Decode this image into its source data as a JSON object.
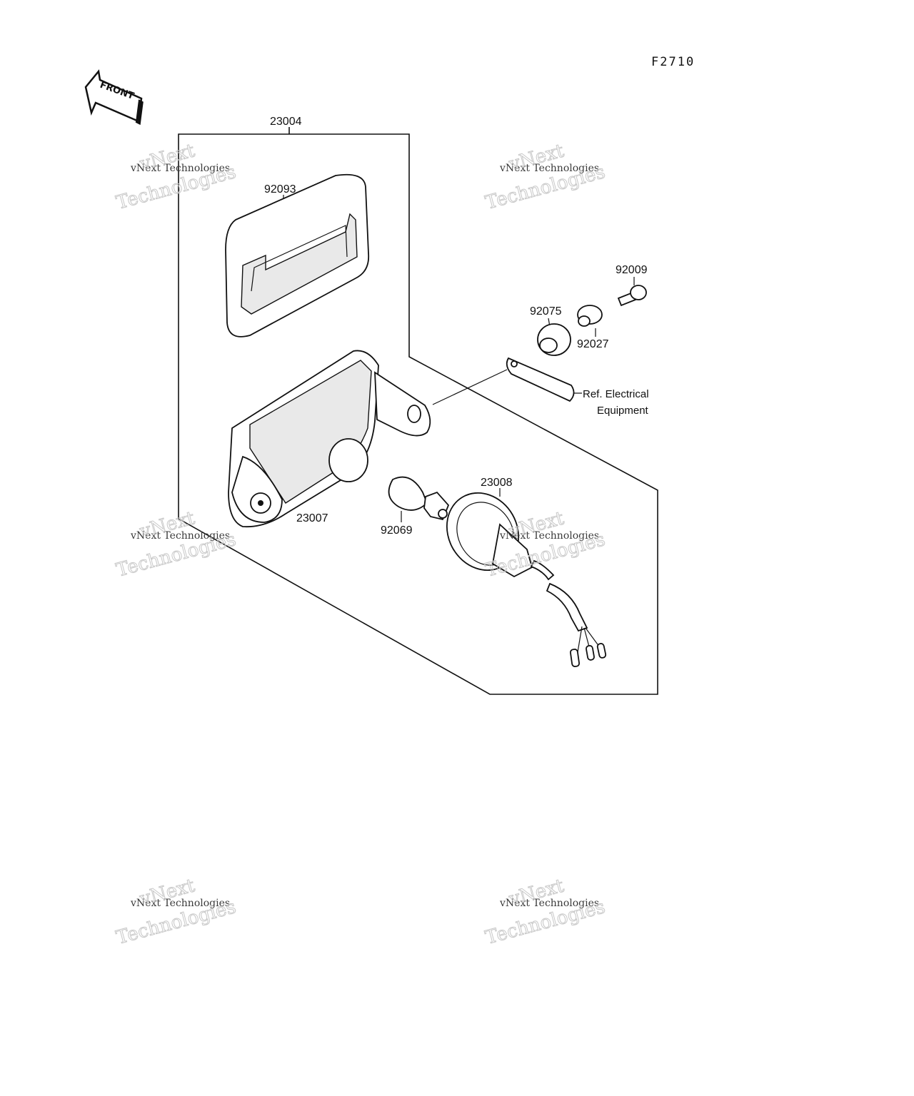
{
  "figure_code": "F2710",
  "front_arrow_label": "FRONT",
  "parts": [
    {
      "id": "23004"
    },
    {
      "id": "92093"
    },
    {
      "id": "92009"
    },
    {
      "id": "92075"
    },
    {
      "id": "92027"
    },
    {
      "id": "23008"
    },
    {
      "id": "23007"
    },
    {
      "id": "92069"
    }
  ],
  "reference": {
    "line1": "Ref. Electrical",
    "line2": "Equipment"
  },
  "watermark": {
    "line1": "vNext Technologies",
    "line2": "vNext",
    "line3": "Technologies"
  }
}
